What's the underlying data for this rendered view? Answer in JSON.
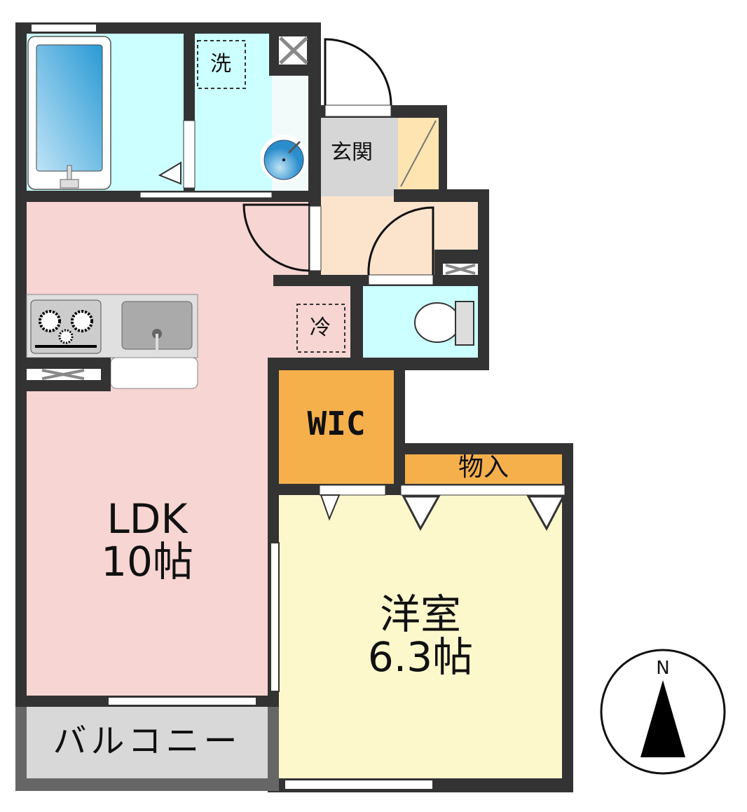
{
  "rooms": {
    "ldk": {
      "name": "LDK",
      "size": "10帖"
    },
    "western": {
      "name": "洋室",
      "size": "6.3帖"
    },
    "wic": "WIC",
    "storage": "物入",
    "entrance": "玄関",
    "balcony": "バルコニー",
    "washer": "洗",
    "fridge": "冷"
  },
  "compass": {
    "north_label": "N"
  },
  "colors": {
    "wall": "#333333",
    "ldk": "#f6d5d2",
    "western": "#fdf8cc",
    "wet": "#ccffff",
    "closet": "#f5b04c",
    "entrance": "#d6d6d6",
    "hall": "#fce4cc",
    "balcony": "#d8d8d8"
  }
}
